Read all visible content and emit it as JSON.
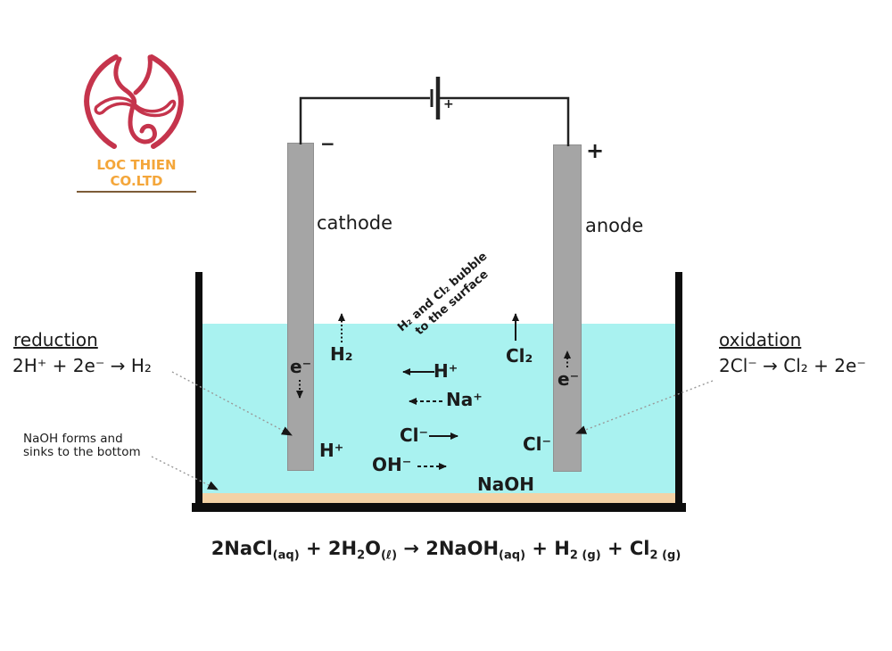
{
  "logo": {
    "company": "LOC THIEN CO.LTD"
  },
  "battery": {
    "plus": "+"
  },
  "electrodes": {
    "cathode_sign": "−",
    "anode_sign": "+",
    "cathode_label": "cathode",
    "anode_label": "anode"
  },
  "reduction": {
    "title": "reduction",
    "formula": "2H⁺ + 2e⁻ → H₂"
  },
  "oxidation": {
    "title": "oxidation",
    "formula": "2Cl⁻ → Cl₂ + 2e⁻"
  },
  "note": {
    "line1": "NaOH forms and",
    "line2": "sinks to the bottom"
  },
  "bubble": {
    "line1": "H₂ and Cl₂ bubble",
    "line2": "to the surface"
  },
  "ions": {
    "e_cathode": "e⁻",
    "e_anode": "e⁻",
    "h2": "H₂",
    "cl2": "Cl₂",
    "h_mid": "H⁺",
    "na": "Na⁺",
    "cl_mid": "Cl⁻",
    "oh": "OH⁻",
    "h_cathode": "H⁺",
    "cl_anode": "Cl⁻",
    "naoh": "NaOH"
  },
  "equation": {
    "segments": [
      {
        "t": "2NaCl",
        "s": "n"
      },
      {
        "t": "(aq)",
        "s": "sub"
      },
      {
        "t": " + 2H",
        "s": "n"
      },
      {
        "t": "2",
        "s": "sub"
      },
      {
        "t": "O",
        "s": "n"
      },
      {
        "t": "(ℓ)",
        "s": "sub"
      },
      {
        "t": " → 2NaOH",
        "s": "n"
      },
      {
        "t": "(aq)",
        "s": "sub"
      },
      {
        "t": " + H",
        "s": "n"
      },
      {
        "t": "2 (g)",
        "s": "sub"
      },
      {
        "t": " + Cl",
        "s": "n"
      },
      {
        "t": "2 (g)",
        "s": "sub"
      }
    ]
  },
  "colors": {
    "water": "#a9f2f0",
    "sediment": "#f3d2a6",
    "electrode": "#a5a5a5",
    "electrode_border": "#8f8f8f",
    "tank": "#0d0d0d",
    "wire": "#222222",
    "text": "#1b1b1b",
    "pointer": "#999999",
    "arrow": "#161616",
    "logo_red": "#c5344c",
    "logo_orange": "#f4a63a",
    "logo_underline": "#7d5c38"
  }
}
